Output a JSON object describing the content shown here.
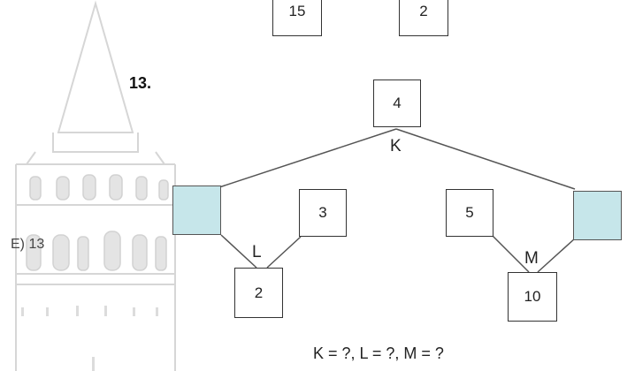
{
  "previous_question": {
    "boxes": [
      "15",
      "2"
    ]
  },
  "question": {
    "number": "13.",
    "top_box": "4",
    "labels": {
      "k": "K",
      "l": "L",
      "m": "M"
    },
    "left_subtree": {
      "bottom_box": "2",
      "right_box": "3"
    },
    "right_subtree": {
      "left_box": "5",
      "bottom_box": "10"
    },
    "prompt": "K = ?, L = ?, M = ?"
  },
  "previous_answer_option": "E) 13",
  "colors": {
    "empty_box_fill": "#c6e6ea",
    "line": "#555555",
    "tower_outline": "#d6d6d6"
  }
}
